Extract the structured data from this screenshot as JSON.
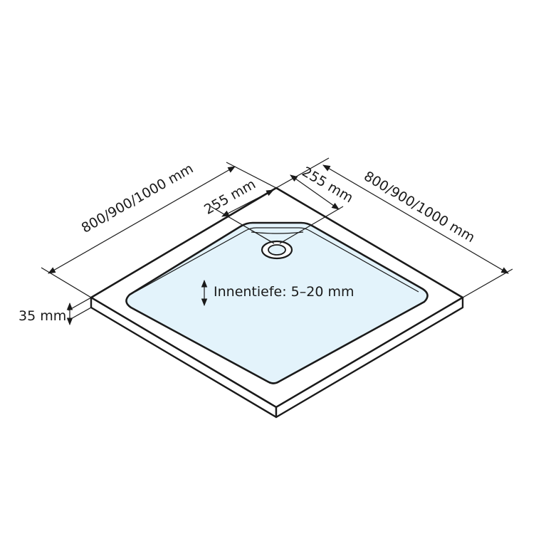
{
  "diagram": {
    "labels": {
      "width_left": "800/900/1000 mm",
      "width_right": "800/900/1000 mm",
      "drain_offset_left": "255 mm",
      "drain_offset_right": "255 mm",
      "height": "35 mm",
      "inner_depth": "Innentiefe: 5–20 mm"
    },
    "colors": {
      "line": "#1a1a1a",
      "basin_fill": "#e3f3fb",
      "rim_fill": "#ffffff"
    },
    "icons": {
      "depth_arrow": "double-arrow-vertical-icon",
      "drain": "drain-icon"
    }
  }
}
